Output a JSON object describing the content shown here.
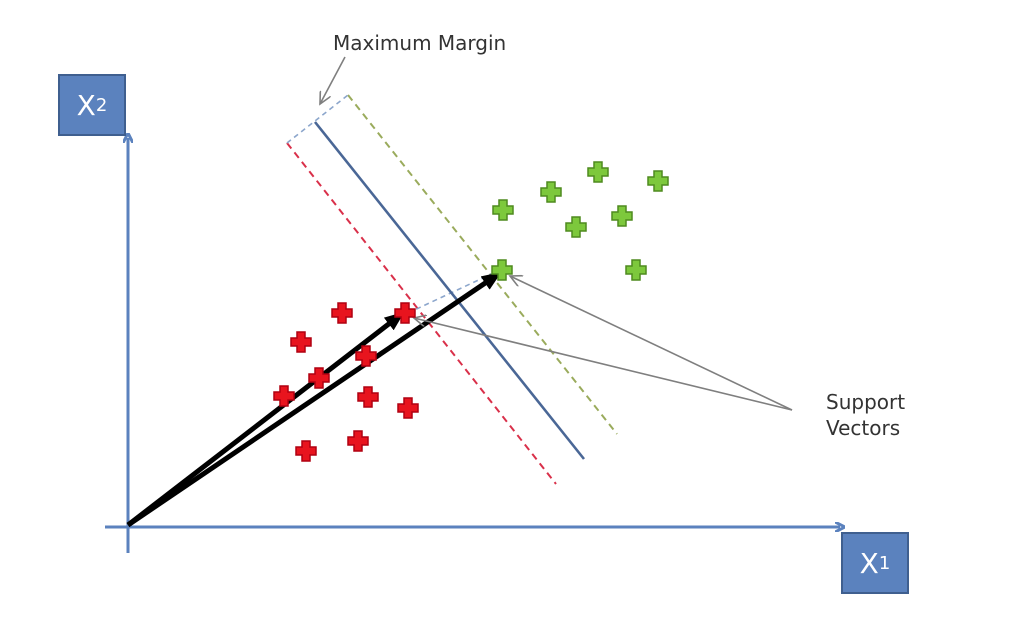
{
  "labels": {
    "max_margin": "Maximum Margin",
    "support_vectors_line1": "Support",
    "support_vectors_line2": "Vectors",
    "x1": "X",
    "x1_sub": "1",
    "x2": "X",
    "x2_sub": "2"
  },
  "colors": {
    "axis": "#5B82BE",
    "hyperplane": "#4A6796",
    "red_margin": "#D9304A",
    "green_margin": "#9AAB5C",
    "red_class": "#E8141E",
    "green_class": "#7DC83C",
    "vector": "#000000",
    "pointer": "#7F7F7F"
  },
  "icons": {
    "red_point": "red-plus-icon",
    "green_point": "green-plus-icon"
  }
}
